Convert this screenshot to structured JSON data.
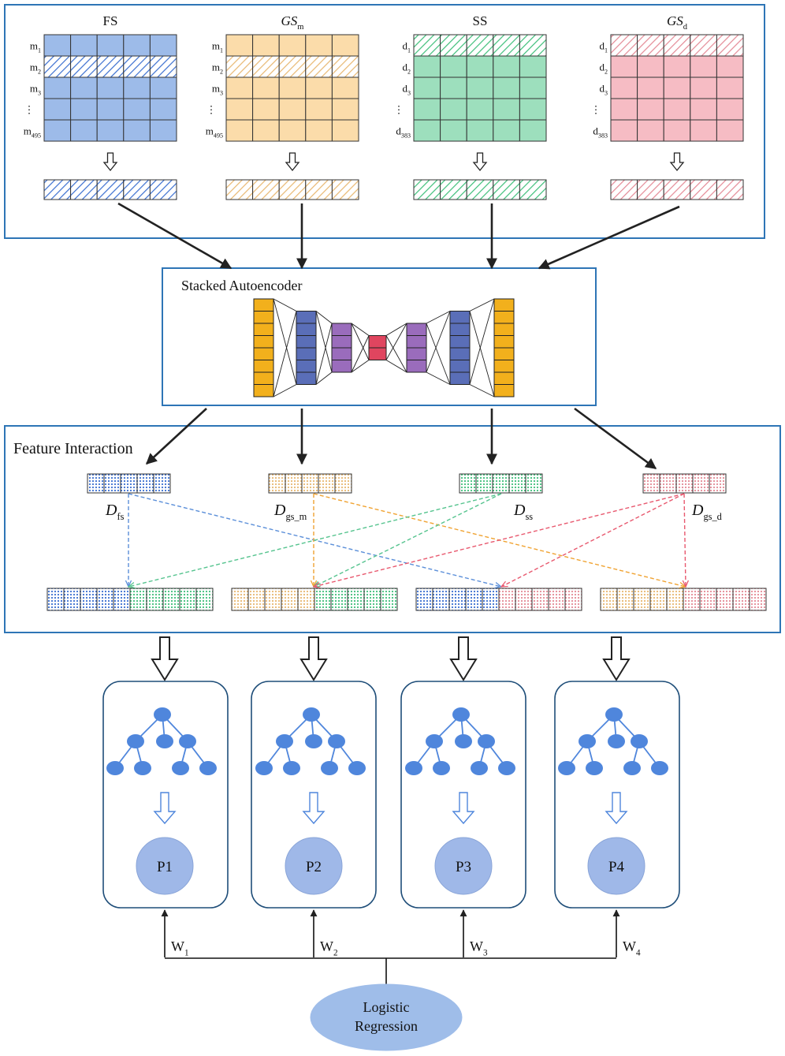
{
  "colors": {
    "frame": "#2e75b6",
    "arrow": "#222222",
    "fs": "#9dbbe9",
    "fs_hatch": "#3b6fd0",
    "gsm": "#fbdcaa",
    "gsm_hatch": "#e8b872",
    "ss": "#9ddfbd",
    "ss_hatch": "#3fbf7a",
    "gsd": "#f6bcc4",
    "gsd_hatch": "#e48a96",
    "ae_orange": "#f2b01c",
    "ae_blue": "#5a6eb8",
    "ae_purple": "#9a6cbc",
    "ae_red": "#e0455f",
    "tree_node": "#4f86dc",
    "tree_edge": "#4f86dc",
    "pred_circle": "#9fb8e8",
    "lr_ellipse": "#9fbde9",
    "dash_blue": "#5b8fd9",
    "dash_orange": "#f0a332",
    "dash_green": "#56c48f",
    "dash_red": "#e8596f"
  },
  "matrices": [
    {
      "title": "FS",
      "title_style": "normal",
      "rows": [
        "m",
        "m",
        "m",
        "⋮",
        "m"
      ],
      "row_subs": [
        "1",
        "2",
        "3",
        "",
        "495"
      ],
      "hatched_row": 1,
      "scheme": "fs"
    },
    {
      "title": "GS",
      "title_sub": "m",
      "title_style": "italic",
      "rows": [
        "m",
        "m",
        "m",
        "⋮",
        "m"
      ],
      "row_subs": [
        "1",
        "2",
        "3",
        "",
        "495"
      ],
      "hatched_row": 1,
      "scheme": "gsm"
    },
    {
      "title": "SS",
      "title_style": "normal",
      "rows": [
        "d",
        "d",
        "d",
        "⋮",
        "d"
      ],
      "row_subs": [
        "1",
        "2",
        "3",
        "",
        "383"
      ],
      "hatched_row": 0,
      "scheme": "ss"
    },
    {
      "title": "GS",
      "title_sub": "d",
      "title_style": "italic",
      "rows": [
        "d",
        "d",
        "d",
        "⋮",
        "d"
      ],
      "row_subs": [
        "1",
        "2",
        "3",
        "",
        "383"
      ],
      "hatched_row": 0,
      "scheme": "gsd"
    }
  ],
  "autoencoder": {
    "label": "Stacked Autoencoder"
  },
  "interaction": {
    "label": "Feature Interaction",
    "vectors": [
      {
        "name": "D",
        "sub": "fs",
        "scheme": "fs"
      },
      {
        "name": "D",
        "sub": "gs_m",
        "scheme": "gsm"
      },
      {
        "name": "D",
        "sub": "ss",
        "scheme": "ss"
      },
      {
        "name": "D",
        "sub": "gs_d",
        "scheme": "gsd"
      }
    ],
    "combined": [
      [
        "fs",
        "ss"
      ],
      [
        "gsm",
        "ss"
      ],
      [
        "fs",
        "gsd"
      ],
      [
        "gsm",
        "gsd"
      ]
    ]
  },
  "classifiers": [
    {
      "pred": "P1",
      "weight": "W",
      "weight_sub": "1"
    },
    {
      "pred": "P2",
      "weight": "W",
      "weight_sub": "2"
    },
    {
      "pred": "P3",
      "weight": "W",
      "weight_sub": "3"
    },
    {
      "pred": "P4",
      "weight": "W",
      "weight_sub": "4"
    }
  ],
  "meta": {
    "label_line1": "Logistic",
    "label_line2": "Regression"
  }
}
